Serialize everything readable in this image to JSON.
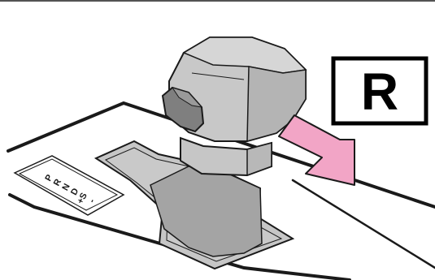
{
  "indicator": {
    "gear_letter": "R",
    "arrow_color": "#f2a5c6"
  },
  "gate_plate": {
    "labels": [
      "P",
      "R",
      "N",
      "D",
      "+S",
      "-"
    ]
  },
  "colors": {
    "shifter_body": "#c8c8c8",
    "shifter_shadow": "#7f7f7f",
    "outline": "#1a1a1a"
  }
}
